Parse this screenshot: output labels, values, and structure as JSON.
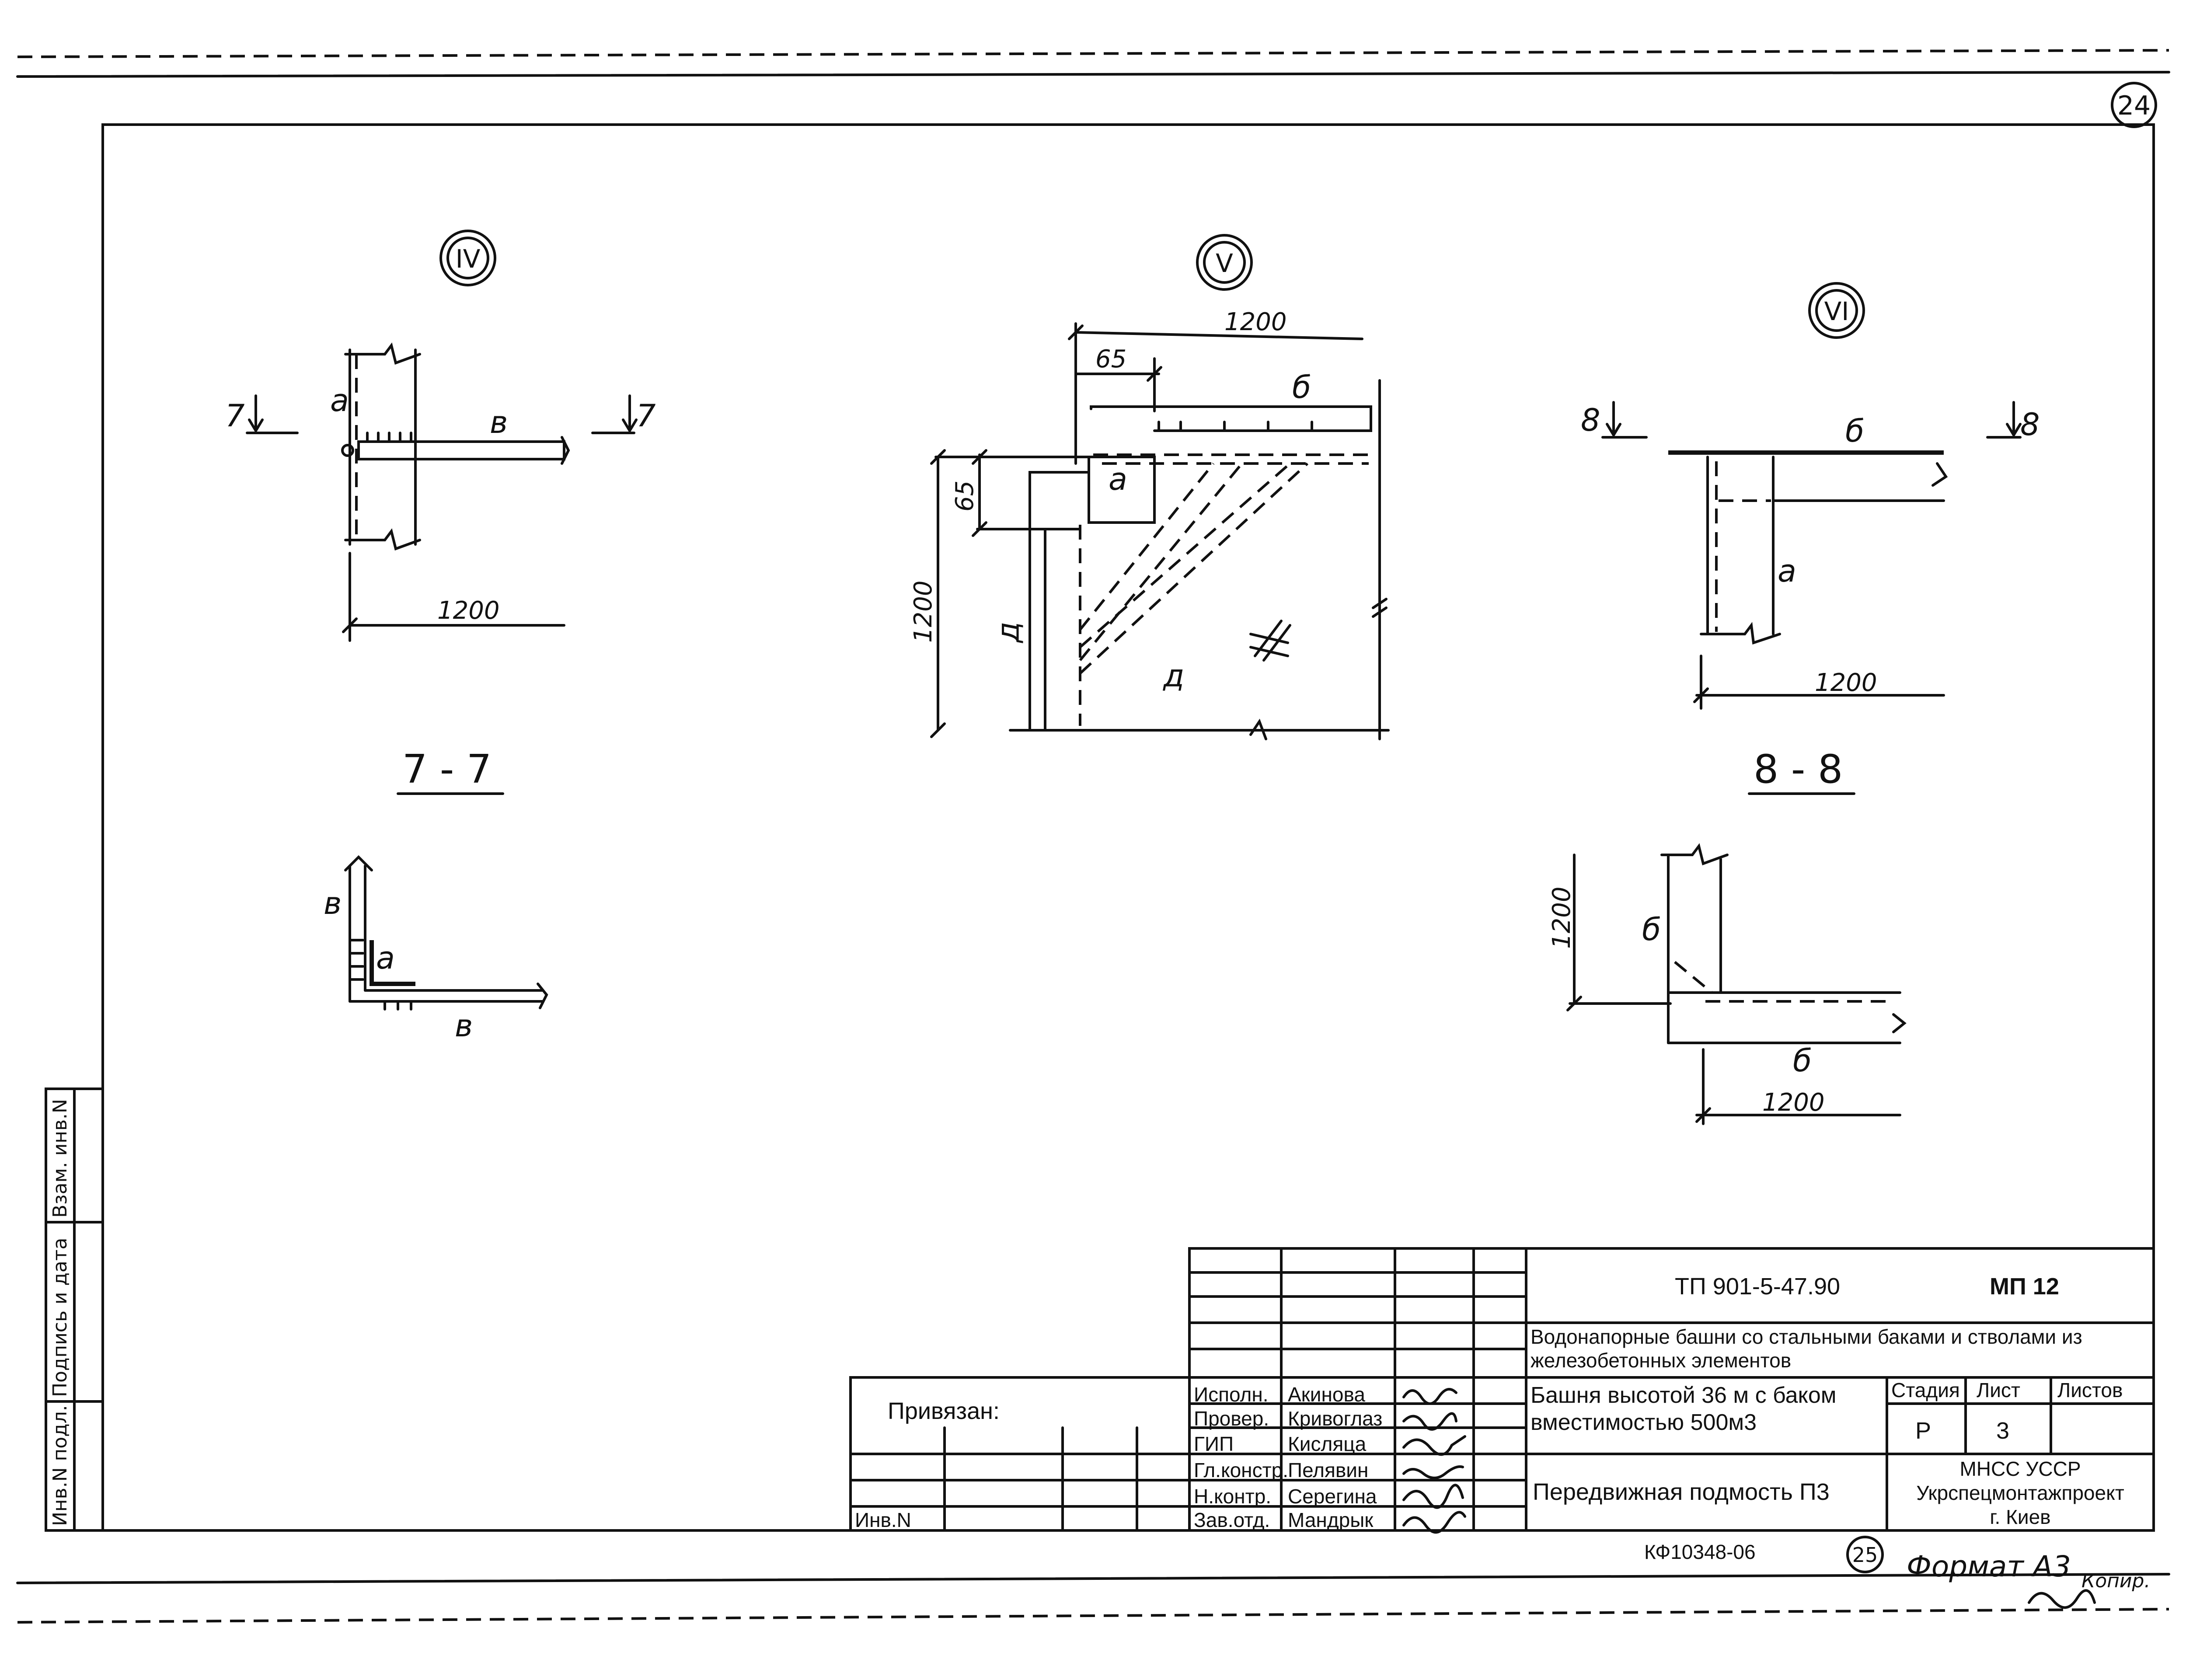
{
  "sheet": {
    "sheet_number": "24",
    "bottom_circle_number": "25",
    "archive_code": "КФ10348-06",
    "format_label": "Формат А3",
    "copied_note": "Копир."
  },
  "side_strip": {
    "inv_podl": "Инв.N подл.",
    "podpis_data": "Подпись и дата",
    "vzam_inv": "Взам. инв.N"
  },
  "views": {
    "IV": {
      "marker": "IV",
      "section_mark": "7",
      "labels": {
        "a": "а",
        "v": "в"
      },
      "dimension": "1200"
    },
    "V": {
      "marker": "V",
      "labels": {
        "b": "б",
        "a": "а",
        "d_side": "д",
        "d_center": "д"
      },
      "dimensions": {
        "top": "1200",
        "small_top": "65",
        "small_left": "65",
        "left": "1200"
      }
    },
    "VI": {
      "marker": "VI",
      "section_mark": "8",
      "labels": {
        "b": "б",
        "a": "а"
      },
      "dimension": "1200"
    },
    "section_7_7": {
      "title": "7 - 7",
      "labels": {
        "v_top": "в",
        "a": "а",
        "v_bottom": "в"
      }
    },
    "section_8_8": {
      "title": "8 - 8",
      "labels": {
        "b_top": "б",
        "b_bottom": "б"
      },
      "dimensions": {
        "vertical": "1200",
        "horizontal": "1200"
      }
    }
  },
  "title_block": {
    "document_code": "ТП 901-5-47.90",
    "sheet_mark": "МП 12",
    "project_title": "Водонапорные башни со стальными баками и стволами из железобетонных элементов",
    "object_title": "Башня высотой 36 м с баком вместимостью 500м3",
    "drawing_title": "Передвижная подмость П3",
    "stage_header": "Стадия",
    "sheet_header": "Лист",
    "sheets_header": "Листов",
    "stage_value": "Р",
    "sheet_value": "3",
    "sheets_value": "",
    "organization": [
      "МНСС УССР",
      "Укрспецмонтажпроект",
      "г. Киев"
    ],
    "privyazan": "Привязан:",
    "inv_n": "Инв.N",
    "signatures": [
      {
        "role": "Исполн.",
        "name": "Акинова"
      },
      {
        "role": "Провер.",
        "name": "Кривоглаз"
      },
      {
        "role": "ГИП",
        "name": "Кисляца"
      },
      {
        "role": "Гл.констр.",
        "name": "Пелявин"
      },
      {
        "role": "Н.контр.",
        "name": "Серегина"
      },
      {
        "role": "Зав.отд.",
        "name": "Мандрык"
      }
    ]
  }
}
